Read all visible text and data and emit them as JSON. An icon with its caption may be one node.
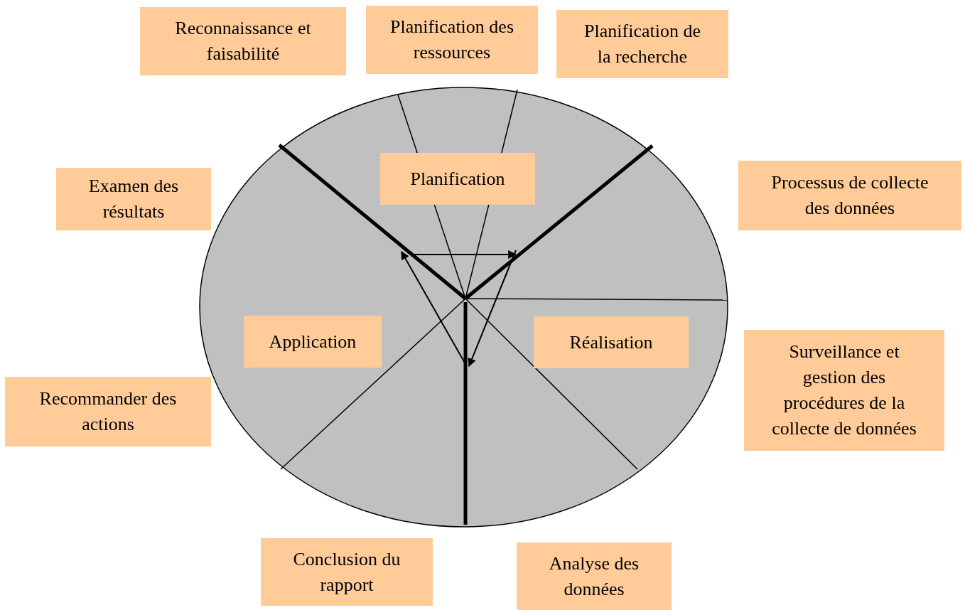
{
  "diagram": {
    "nodes": [
      {
        "text": [],
        "shape": "circle"
      },
      {
        "text": [
          "Reconnaissance et faisabilité"
        ]
      },
      {
        "text": [
          "Planification des ressources"
        ]
      },
      {
        "text": [
          "Planification de la recherche"
        ]
      },
      {
        "text": [
          "Planification"
        ],
        "in": 0
      },
      {
        "text": [
          "Examen des résultats"
        ]
      },
      {
        "text": [
          "Processus de collecte des données"
        ]
      },
      {
        "text": [
          "Application"
        ],
        "in": 0
      },
      {
        "text": [
          "Réalisation"
        ],
        "in": 0
      },
      {
        "text": [
          "Surveillance et gestion des procédures de la collecte de données"
        ]
      },
      {
        "text": [
          "Recommander des actions"
        ]
      },
      {
        "text": [
          "Conclusion du rapport"
        ]
      },
      {
        "text": [
          "Analyse des données"
        ]
      }
    ]
  }
}
